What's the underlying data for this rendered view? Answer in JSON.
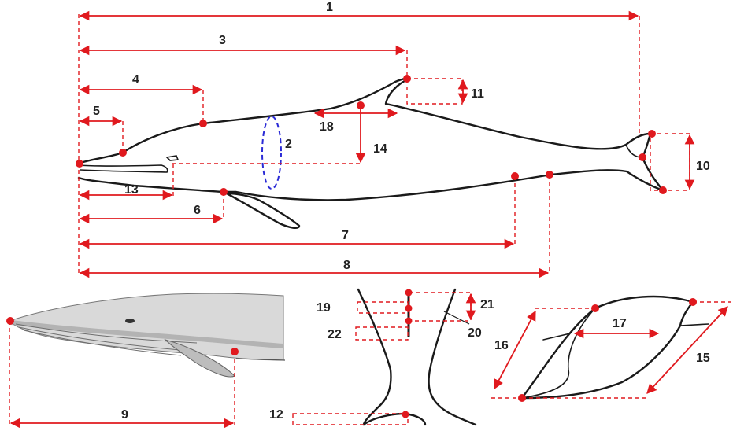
{
  "colors": {
    "measure": "#e0191e",
    "girth": "#2b2bd6",
    "outline": "#1a1a1a",
    "photo_grey": "#8f8f8f"
  },
  "labels": {
    "m1": "1",
    "m2": "2",
    "m3": "3",
    "m4": "4",
    "m5": "5",
    "m6": "6",
    "m7": "7",
    "m8": "8",
    "m9": "9",
    "m10": "10",
    "m11": "11",
    "m12": "12",
    "m13": "13",
    "m14": "14",
    "m15": "15",
    "m16": "16",
    "m17": "17",
    "m18": "18",
    "m19": "19",
    "m20": "20",
    "m21": "21",
    "m22": "22"
  }
}
